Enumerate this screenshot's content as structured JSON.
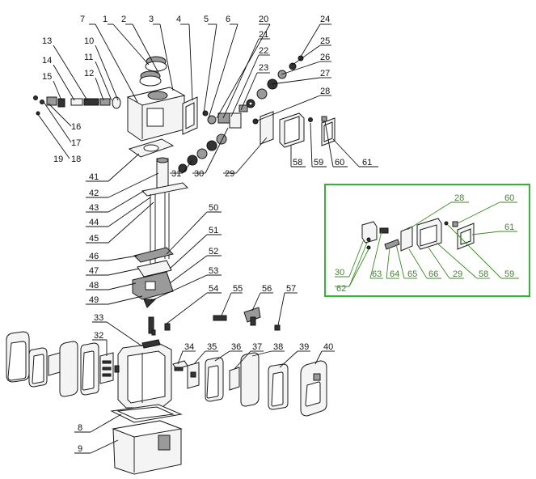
{
  "callouts_main": [
    "1",
    "2",
    "3",
    "4",
    "5",
    "6",
    "7",
    "8",
    "9",
    "10",
    "11",
    "12",
    "13",
    "14",
    "15",
    "16",
    "17",
    "18",
    "19",
    "20",
    "21",
    "22",
    "23",
    "24",
    "25",
    "26",
    "27",
    "28",
    "29",
    "30",
    "31",
    "32",
    "33",
    "34",
    "35",
    "36",
    "37",
    "38",
    "39",
    "40",
    "41",
    "42",
    "43",
    "44",
    "45",
    "46",
    "47",
    "48",
    "49",
    "50",
    "51",
    "52",
    "53",
    "54",
    "55",
    "56",
    "57",
    "58",
    "59",
    "60",
    "61"
  ],
  "callouts_inset": [
    "28",
    "60",
    "61",
    "30",
    "62",
    "63",
    "64",
    "65",
    "66",
    "29",
    "58",
    "59"
  ],
  "colors": {
    "line": "#111111",
    "highlight": "#3c8a23",
    "inset_border": "#2fb82f"
  }
}
